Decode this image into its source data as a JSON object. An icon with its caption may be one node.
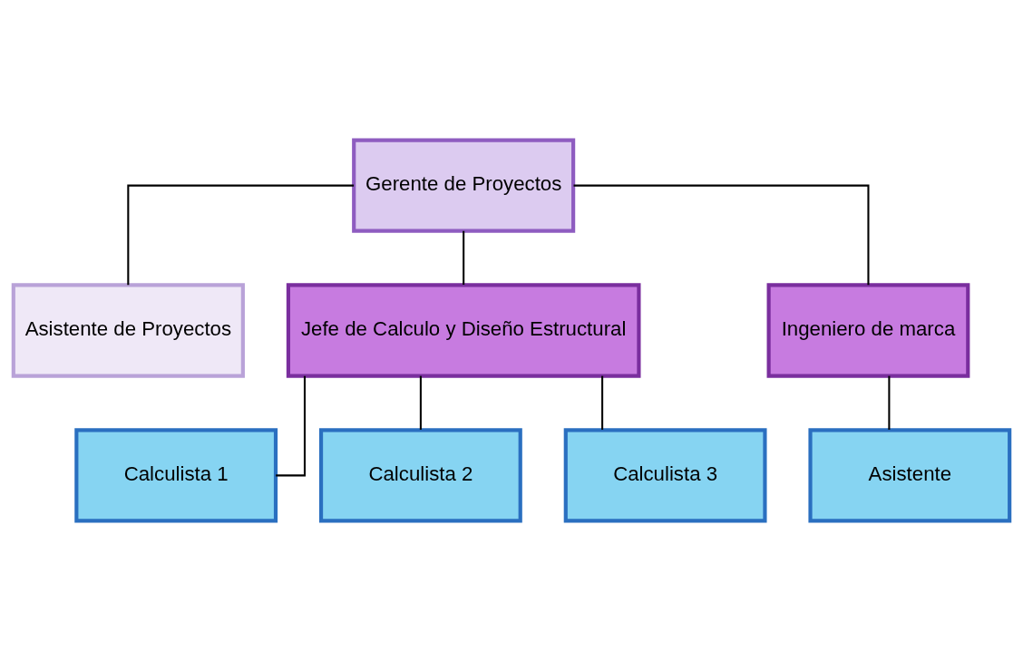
{
  "diagram": {
    "nodes": [
      {
        "text": [
          "Gerente de Proyectos"
        ]
      },
      {
        "text": [
          "Asistente de Proyectos"
        ]
      },
      {
        "text": [
          "Jefe de Calculo y Diseño Estructural"
        ]
      },
      {
        "text": [
          "Ingeniero de marca"
        ]
      },
      {
        "text": [
          "Calculista 1"
        ]
      },
      {
        "text": [
          "Calculista 2"
        ]
      },
      {
        "text": [
          "Calculista 3"
        ]
      },
      {
        "text": [
          "Asistente"
        ]
      }
    ],
    "edges": [
      {
        "from": 0,
        "to": 1,
        "arrow": "none"
      },
      {
        "from": 0,
        "to": 2,
        "arrow": "none"
      },
      {
        "from": 0,
        "to": 3,
        "arrow": "none"
      },
      {
        "from": 2,
        "to": 4,
        "arrow": "none"
      },
      {
        "from": 2,
        "to": 5,
        "arrow": "none"
      },
      {
        "from": 2,
        "to": 6,
        "arrow": "none"
      },
      {
        "from": 3,
        "to": 7,
        "arrow": "none"
      }
    ]
  }
}
